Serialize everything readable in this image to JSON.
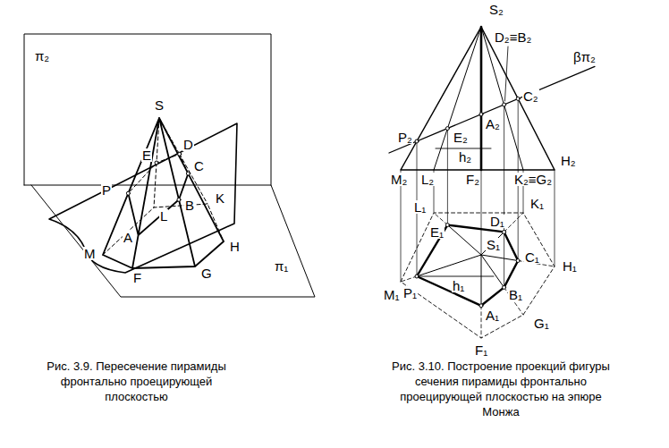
{
  "diagram": {
    "labels": [
      "π₂",
      "S",
      "E",
      "D",
      "C",
      "P",
      "L",
      "B",
      "K",
      "M",
      "A",
      "H",
      "F",
      "G",
      "π₁",
      "S₂",
      "D₂≡B₂",
      "βπ₂",
      "h₂",
      "C₂",
      "A₂",
      "P₂",
      "E₂",
      "M₂",
      "L₂",
      "F₂",
      "K₂≡G₂",
      "H₂",
      "L₁",
      "K₁",
      "D₁",
      "E₁",
      "S₁",
      "C₁",
      "H₁",
      "B₁",
      "h₁",
      "M₁",
      "P₁",
      "A₁",
      "G₁",
      "F₁",
      "Рис. 3.9. Пересечение пирамиды фронтально проецирующей плоскостью",
      "Рис. 3.10. Построение проекций фигуры сечения пирамиды фронтально проецирующей плоскостью на эпюре Монжа"
    ]
  }
}
